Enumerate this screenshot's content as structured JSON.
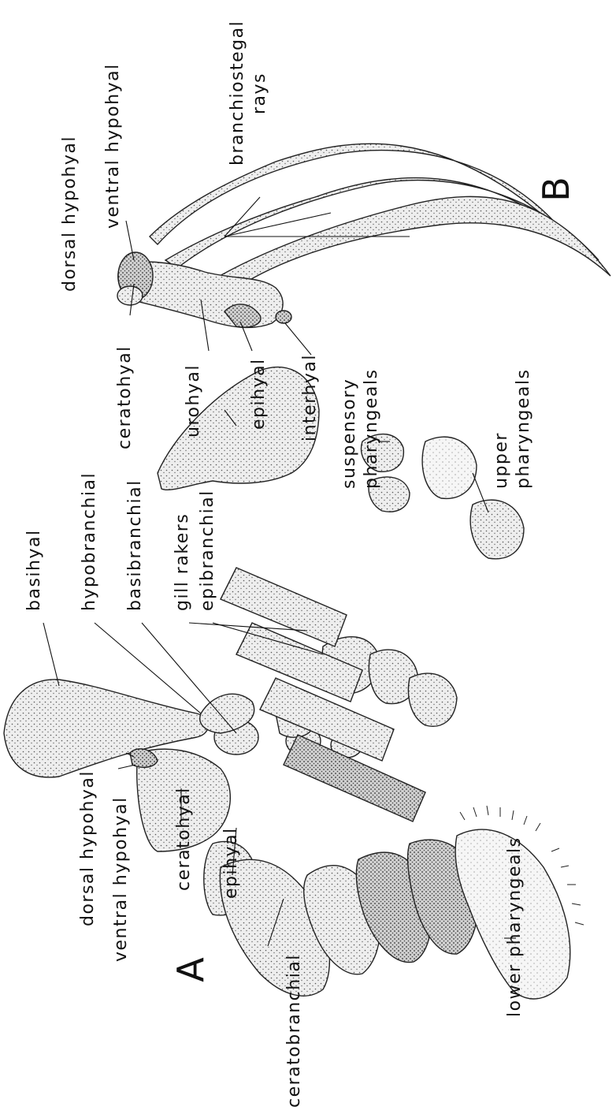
{
  "figure": {
    "panel_a": "A",
    "panel_b": "B"
  },
  "labels_a": {
    "basihyal": "basihyal",
    "hypobranchial": "hypobranchial",
    "basibranchial": "basibranchial",
    "gill_rakers": "gill rakers",
    "epibranchial": "epibranchial",
    "dorsal_hypohyal": "dorsal hypohyal",
    "ventral_hypohyal": "ventral hypohyal",
    "ceratohyal": "ceratohyal",
    "epihyal": "epihyal",
    "ceratobranchial": "ceratobranchial",
    "lower_pharyngeals": "lower pharyngeals",
    "suspensory_pharyngeals": [
      "suspensory",
      "pharyngeals"
    ],
    "upper_pharyngeals": [
      "upper",
      "pharyngeals"
    ],
    "urohyal": "urohyal"
  },
  "labels_b": {
    "branchiostegal_rays": [
      "branchiostegal",
      "rays"
    ],
    "ventral_hypohyal": "ventral hypohyal",
    "dorsal_hypohyal": "dorsal hypohyal",
    "ceratohyal": "ceratohyal",
    "epihyal": "epihyal",
    "interhyal": "interhyal"
  }
}
